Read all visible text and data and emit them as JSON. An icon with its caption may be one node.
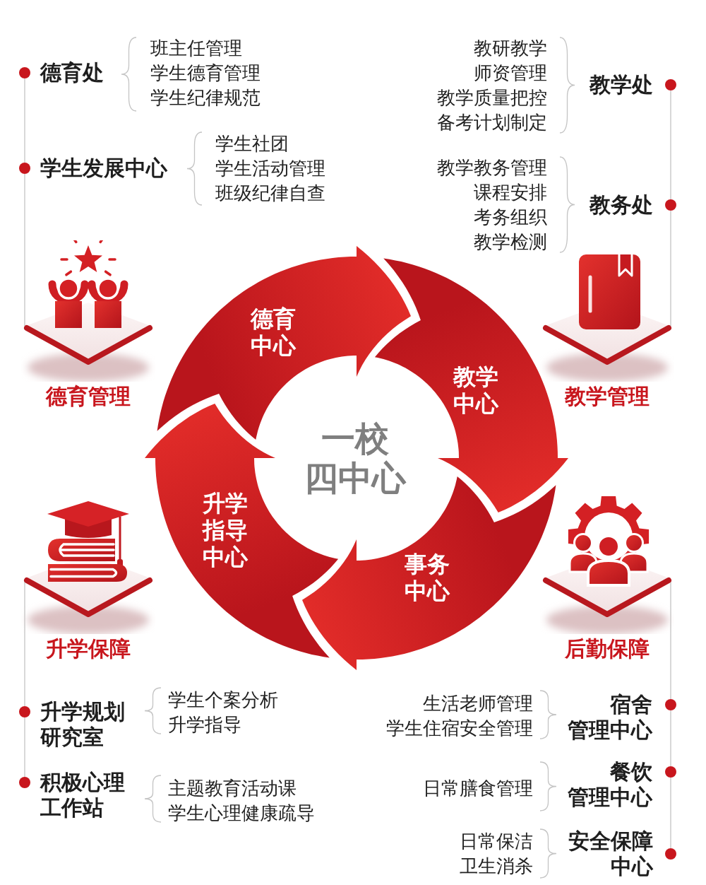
{
  "diagram": {
    "nodes": [
      {
        "text": [
          "德育处"
        ],
        "beside": [
          "班主任管理",
          "学生德育管理",
          "学生纪律规范"
        ]
      },
      {
        "text": [
          "学生发展中心"
        ],
        "beside": [
          "学生社团",
          "学生活动管理",
          "班级纪律自查"
        ]
      },
      {
        "text": [
          "教学处"
        ],
        "beside": [
          "教研教学",
          "师资管理",
          "教学质量把控",
          "备考计划制定"
        ]
      },
      {
        "text": [
          "教务处"
        ],
        "beside": [
          "教学教务管理",
          "课程安排",
          "考务组织",
          "教学检测"
        ]
      },
      {
        "text": [
          "德育管理"
        ]
      },
      {
        "text": [
          "教学管理"
        ]
      },
      {
        "text": [
          "德育中心"
        ]
      },
      {
        "text": [
          "教学中心"
        ]
      },
      {
        "text": [
          "事务中心"
        ]
      },
      {
        "text": [
          "升学指导中心"
        ]
      },
      {
        "text": [
          "升学保障"
        ]
      },
      {
        "text": [
          "后勤保障"
        ]
      },
      {
        "text": [
          "升学规划研究室"
        ],
        "beside": [
          "学生个案分析",
          "升学指导"
        ]
      },
      {
        "text": [
          "积极心理工作站"
        ],
        "beside": [
          "主题教育活动课",
          "学生心理健康疏导"
        ]
      },
      {
        "text": [
          "宿舍管理中心"
        ],
        "beside": [
          "生活老师管理",
          "学生住宿安全管理"
        ]
      },
      {
        "text": [
          "餐饮管理中心"
        ]
      },
      {
        "text": [
          "安全保障中心"
        ],
        "beside": [
          "日常保洁",
          "卫生消杀"
        ]
      }
    ],
    "edges": [
      {
        "from": 0,
        "to": 1,
        "arrow": "none"
      },
      {
        "from": 1,
        "to": 4,
        "arrow": "none"
      },
      {
        "from": 2,
        "to": 3,
        "arrow": "none"
      },
      {
        "from": 3,
        "to": 5,
        "arrow": "none"
      },
      {
        "from": 10,
        "to": 12,
        "arrow": "none"
      },
      {
        "from": 12,
        "to": 13,
        "arrow": "none"
      },
      {
        "from": 11,
        "to": 14,
        "arrow": "none"
      },
      {
        "from": 14,
        "to": 15,
        "arrow": "none"
      },
      {
        "from": 15,
        "to": 16,
        "arrow": "none"
      }
    ],
    "labels": [
      "一校四中心",
      "日常膳食管理"
    ]
  }
}
